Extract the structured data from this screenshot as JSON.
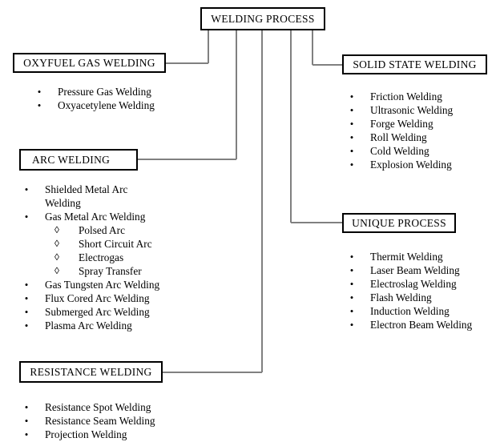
{
  "diagram": {
    "title": "WELDING PROCESS",
    "root": {
      "label": "WELDING PROCESS"
    },
    "bullet_glyph": "•",
    "sub_bullet_glyph": "◊",
    "line_color": "#808080",
    "box_border_color": "#000000",
    "text_color": "#000000",
    "categories": [
      {
        "key": "oxyfuel",
        "label": "OXYFUEL GAS WELDING",
        "items": [
          {
            "text": "Pressure Gas Welding"
          },
          {
            "text": "Oxyacetylene Welding"
          }
        ]
      },
      {
        "key": "solid_state",
        "label": "SOLID STATE WELDING",
        "items": [
          {
            "text": "Friction Welding"
          },
          {
            "text": "Ultrasonic Welding"
          },
          {
            "text": "Forge Welding"
          },
          {
            "text": "Roll Welding"
          },
          {
            "text": "Cold Welding"
          },
          {
            "text": "Explosion Welding"
          }
        ]
      },
      {
        "key": "arc",
        "label": "ARC WELDING",
        "items": [
          {
            "text": "Shielded Metal Arc Welding"
          },
          {
            "text": "Gas Metal Arc Welding",
            "children": [
              {
                "text": "Polsed Arc"
              },
              {
                "text": "Short Circuit Arc"
              },
              {
                "text": "Electrogas"
              },
              {
                "text": "Spray Transfer"
              }
            ]
          },
          {
            "text": "Gas Tungsten Arc Welding"
          },
          {
            "text": "Flux Cored Arc Welding"
          },
          {
            "text": "Submerged Arc Welding"
          },
          {
            "text": "Plasma Arc Welding"
          }
        ]
      },
      {
        "key": "unique",
        "label": "UNIQUE PROCESS",
        "items": [
          {
            "text": "Thermit Welding"
          },
          {
            "text": "Laser Beam Welding"
          },
          {
            "text": "Electroslag Welding"
          },
          {
            "text": "Flash Welding"
          },
          {
            "text": "Induction Welding"
          },
          {
            "text": "Electron Beam Welding"
          }
        ]
      },
      {
        "key": "resistance",
        "label": "RESISTANCE WELDING",
        "items": [
          {
            "text": "Resistance Spot Welding"
          },
          {
            "text": "Resistance Seam Welding"
          },
          {
            "text": "Projection Welding"
          }
        ]
      }
    ]
  }
}
